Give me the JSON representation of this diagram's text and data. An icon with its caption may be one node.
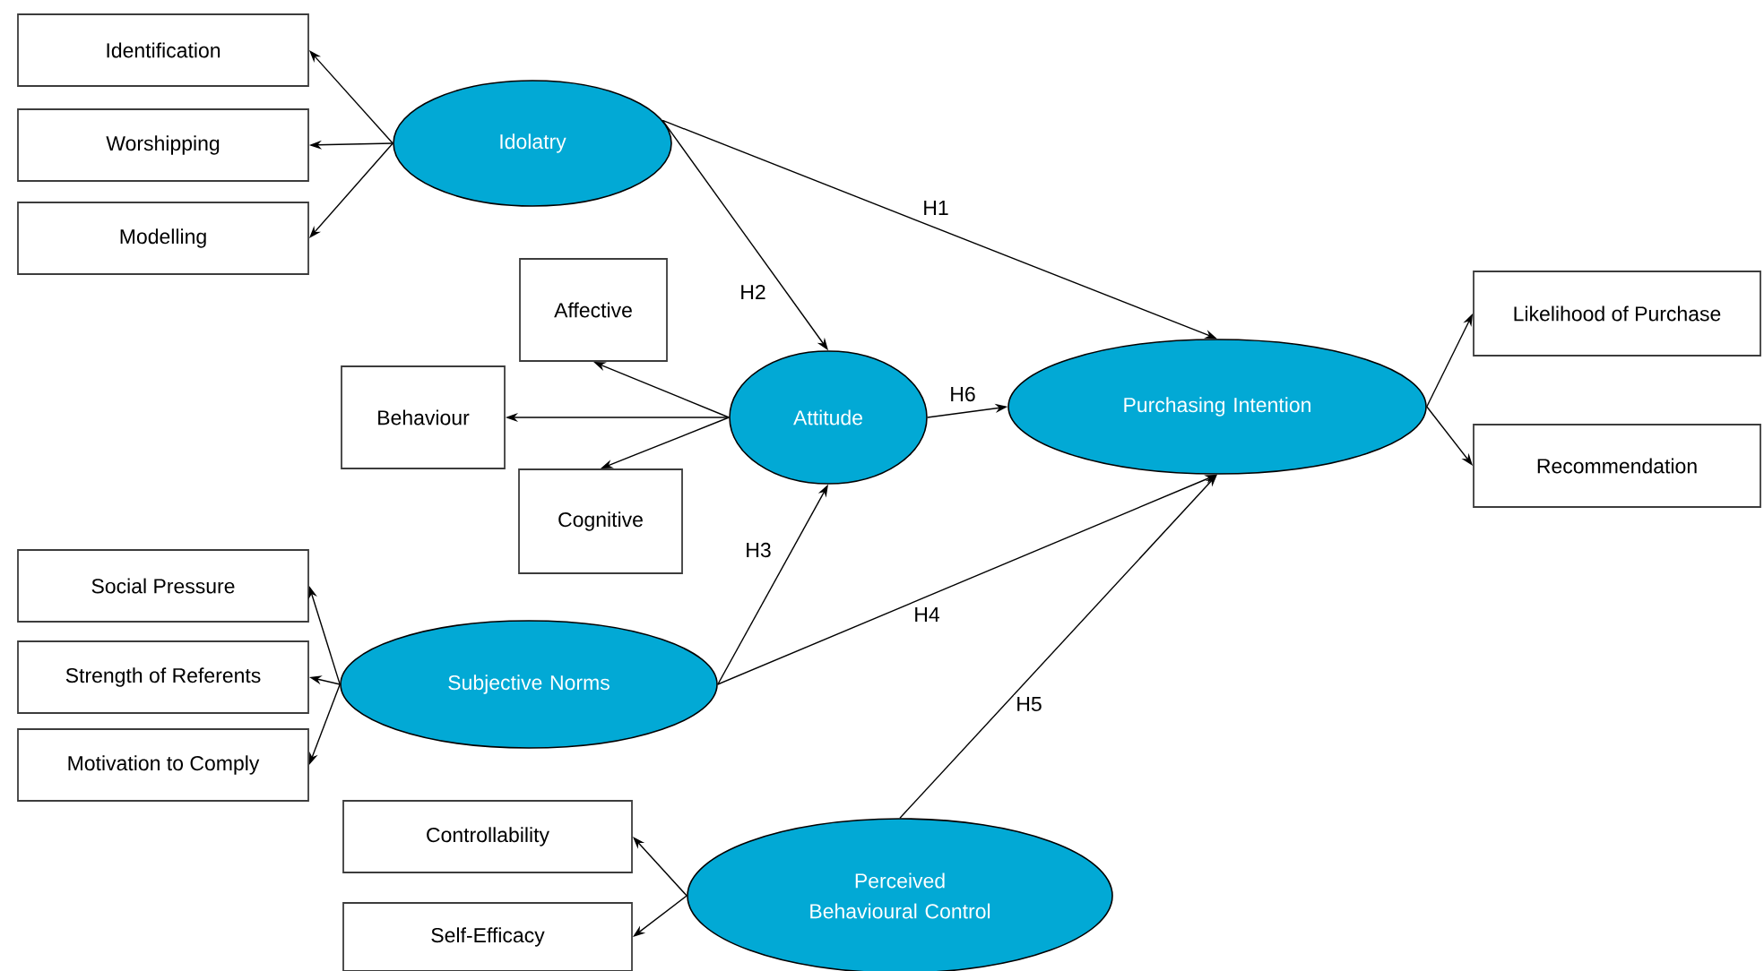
{
  "diagram": {
    "nodes": [
      {
        "text": [
          "Idolatry"
        ]
      },
      {
        "text": [
          "Identification"
        ]
      },
      {
        "text": [
          "Worshipping"
        ]
      },
      {
        "text": [
          "Modelling"
        ]
      },
      {
        "text": [
          "Attitude"
        ]
      },
      {
        "text": [
          "Affective"
        ]
      },
      {
        "text": [
          "Behaviour"
        ]
      },
      {
        "text": [
          "Cognitive"
        ]
      },
      {
        "text": [
          "Purchasing Intention"
        ]
      },
      {
        "text": [
          "Likelihood of Purchase"
        ]
      },
      {
        "text": [
          "Recommendation"
        ]
      },
      {
        "text": [
          "Subjective Norms"
        ]
      },
      {
        "text": [
          "Social Pressure"
        ]
      },
      {
        "text": [
          "Strength of Referents"
        ]
      },
      {
        "text": [
          "Motivation to Comply"
        ]
      },
      {
        "text": [
          "Perceived Behavioural Control"
        ]
      },
      {
        "text": [
          "Controllability"
        ]
      },
      {
        "text": [
          "Self-Efficacy"
        ]
      }
    ],
    "edges": [
      {
        "from": 0,
        "to": 1,
        "arrow": "to"
      },
      {
        "from": 0,
        "to": 2,
        "arrow": "to"
      },
      {
        "from": 0,
        "to": 3,
        "arrow": "to"
      },
      {
        "from": 0,
        "to": 8,
        "arrow": "to",
        "label": "H1"
      },
      {
        "from": 0,
        "to": 4,
        "arrow": "to",
        "label": "H2"
      },
      {
        "from": 4,
        "to": 5,
        "arrow": "to"
      },
      {
        "from": 4,
        "to": 6,
        "arrow": "to"
      },
      {
        "from": 4,
        "to": 7,
        "arrow": "to"
      },
      {
        "from": 4,
        "to": 8,
        "arrow": "to",
        "label": "H6"
      },
      {
        "from": 8,
        "to": 9,
        "arrow": "to"
      },
      {
        "from": 8,
        "to": 10,
        "arrow": "to"
      },
      {
        "from": 11,
        "to": 12,
        "arrow": "to"
      },
      {
        "from": 11,
        "to": 13,
        "arrow": "to"
      },
      {
        "from": 11,
        "to": 14,
        "arrow": "to"
      },
      {
        "from": 11,
        "to": 4,
        "arrow": "to",
        "label": "H3"
      },
      {
        "from": 11,
        "to": 8,
        "arrow": "to",
        "label": "H4"
      },
      {
        "from": 15,
        "to": 8,
        "arrow": "to",
        "label": "H5"
      },
      {
        "from": 15,
        "to": 16,
        "arrow": "to"
      },
      {
        "from": 15,
        "to": 17,
        "arrow": "to"
      }
    ]
  }
}
